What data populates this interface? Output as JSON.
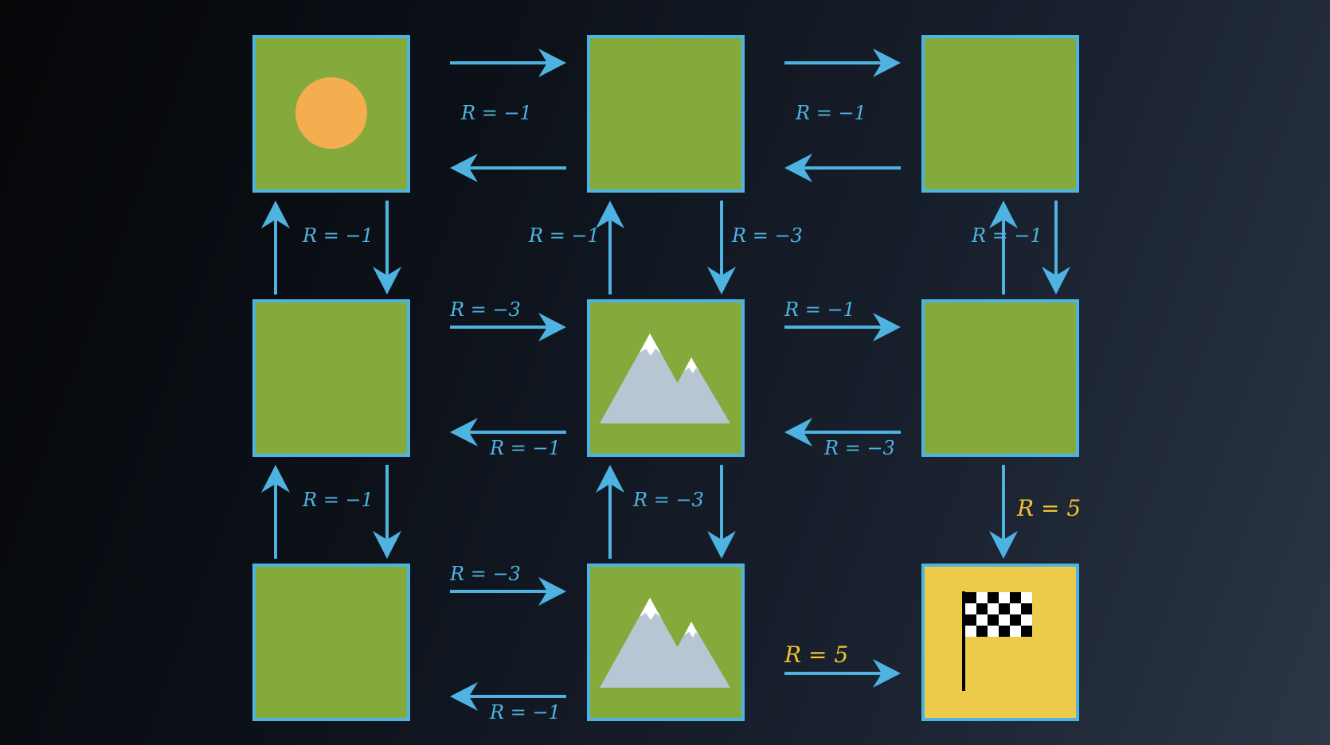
{
  "colors": {
    "grass": "#83aa3b",
    "goal": "#eccb4a",
    "border": "#4fb3e2",
    "arrow": "#4fb3e2",
    "label": "#4fb3e2",
    "reward_positive": "#f1c232",
    "agent": "#f4ad4f",
    "mountain": "#b7c6d2",
    "snow": "#ffffff"
  },
  "grid": {
    "rows": 3,
    "cols": 3,
    "cells": [
      {
        "row": 0,
        "col": 0,
        "type": "grass",
        "content": "agent-circle"
      },
      {
        "row": 0,
        "col": 1,
        "type": "grass",
        "content": ""
      },
      {
        "row": 0,
        "col": 2,
        "type": "grass",
        "content": ""
      },
      {
        "row": 1,
        "col": 0,
        "type": "grass",
        "content": ""
      },
      {
        "row": 1,
        "col": 1,
        "type": "grass",
        "content": "mountain"
      },
      {
        "row": 1,
        "col": 2,
        "type": "grass",
        "content": ""
      },
      {
        "row": 2,
        "col": 0,
        "type": "grass",
        "content": ""
      },
      {
        "row": 2,
        "col": 1,
        "type": "grass",
        "content": "mountain"
      },
      {
        "row": 2,
        "col": 2,
        "type": "goal",
        "content": "checkered-flag"
      }
    ]
  },
  "transitions": [
    {
      "from": [
        0,
        0
      ],
      "to": [
        0,
        1
      ],
      "label": "R = −1"
    },
    {
      "from": [
        0,
        1
      ],
      "to": [
        0,
        0
      ],
      "label": ""
    },
    {
      "from": [
        0,
        1
      ],
      "to": [
        0,
        2
      ],
      "label": "R = −1"
    },
    {
      "from": [
        0,
        2
      ],
      "to": [
        0,
        1
      ],
      "label": ""
    },
    {
      "from": [
        0,
        0
      ],
      "to": [
        1,
        0
      ],
      "label": "R = −1"
    },
    {
      "from": [
        1,
        0
      ],
      "to": [
        0,
        0
      ],
      "label": ""
    },
    {
      "from": [
        1,
        1
      ],
      "to": [
        0,
        1
      ],
      "label": "R = −1"
    },
    {
      "from": [
        0,
        1
      ],
      "to": [
        1,
        1
      ],
      "label": "R = −3"
    },
    {
      "from": [
        1,
        2
      ],
      "to": [
        0,
        2
      ],
      "label": ""
    },
    {
      "from": [
        0,
        2
      ],
      "to": [
        1,
        2
      ],
      "label": "R = −1"
    },
    {
      "from": [
        1,
        0
      ],
      "to": [
        1,
        1
      ],
      "label": "R = −3"
    },
    {
      "from": [
        1,
        1
      ],
      "to": [
        1,
        0
      ],
      "label": "R = −1"
    },
    {
      "from": [
        1,
        1
      ],
      "to": [
        1,
        2
      ],
      "label": "R = −1"
    },
    {
      "from": [
        1,
        2
      ],
      "to": [
        1,
        1
      ],
      "label": "R = −3"
    },
    {
      "from": [
        2,
        0
      ],
      "to": [
        1,
        0
      ],
      "label": ""
    },
    {
      "from": [
        1,
        0
      ],
      "to": [
        2,
        0
      ],
      "label": "R = −1"
    },
    {
      "from": [
        2,
        1
      ],
      "to": [
        1,
        1
      ],
      "label": ""
    },
    {
      "from": [
        1,
        1
      ],
      "to": [
        2,
        1
      ],
      "label": "R = −3"
    },
    {
      "from": [
        1,
        2
      ],
      "to": [
        2,
        2
      ],
      "label": "R = 5",
      "positive": true
    },
    {
      "from": [
        2,
        0
      ],
      "to": [
        2,
        1
      ],
      "label": "R = −3"
    },
    {
      "from": [
        2,
        1
      ],
      "to": [
        2,
        0
      ],
      "label": "R = −1"
    },
    {
      "from": [
        2,
        1
      ],
      "to": [
        2,
        2
      ],
      "label": "R = 5",
      "positive": true
    }
  ]
}
